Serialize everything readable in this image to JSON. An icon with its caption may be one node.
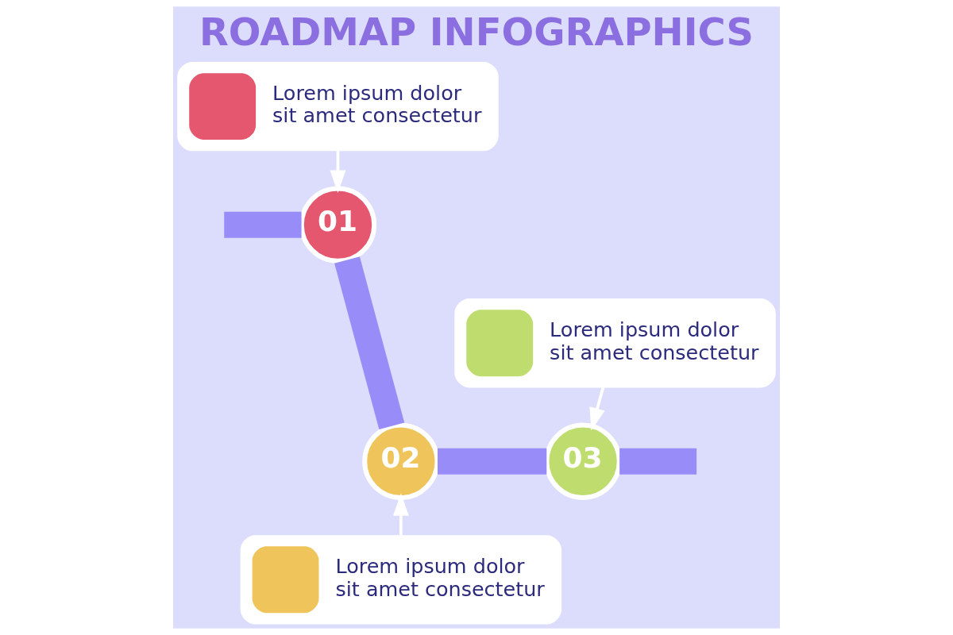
{
  "diagram": {
    "title": "ROADMAP INFOGRAPHICS",
    "nodes": [
      {
        "text": [
          "Lorem ipsum dolor sit amet consectetur"
        ]
      },
      {
        "text": [
          "01"
        ]
      },
      {
        "text": [
          "02"
        ]
      },
      {
        "text": [
          "Lorem ipsum dolor sit amet consectetur"
        ]
      },
      {
        "text": [
          "03"
        ]
      },
      {
        "text": [
          "Lorem ipsum dolor sit amet consectetur"
        ]
      }
    ],
    "edges": [
      {
        "from": null,
        "to": 1,
        "arrow": "none"
      },
      {
        "from": 1,
        "to": 2,
        "arrow": "none"
      },
      {
        "from": 2,
        "to": 4,
        "arrow": "none"
      },
      {
        "from": 4,
        "to": null,
        "arrow": "none"
      },
      {
        "from": 0,
        "to": 1,
        "arrow": "to",
        "color": "#ffffff"
      },
      {
        "from": 3,
        "to": 2,
        "arrow": "to",
        "color": "#ffffff"
      },
      {
        "from": 5,
        "to": 4,
        "arrow": "to",
        "color": "#ffffff"
      }
    ]
  }
}
